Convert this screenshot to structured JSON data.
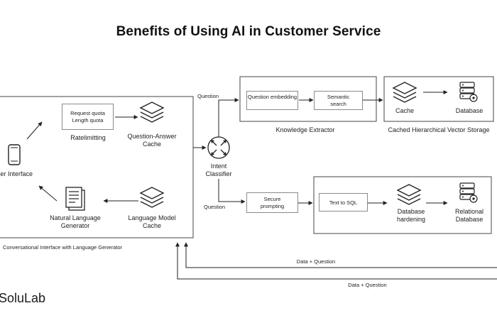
{
  "title": "Benefits of Using AI in Customer Service",
  "left_panel": {
    "caption": "Conversational Interface with Language Generator",
    "user_interface": "ser Interface",
    "quota_line1": "Request quota",
    "quota_line2": "Length quota",
    "ratelimitting": "Ratelimitting",
    "qa_cache": "Question-Answer Cache",
    "nlg": "Natural Language Generator",
    "lm_cache": "Language Model Cache"
  },
  "classifier": "Intent Classifier",
  "question_top": "Question",
  "question_bottom": "Question",
  "knowledge": {
    "caption": "Knowledge Extractor",
    "embedding": "Question embedding",
    "semantic": "Semantic search"
  },
  "cached_storage": {
    "caption": "Cached Hierarchical Vector Storage",
    "cache": "Cache",
    "database": "Database"
  },
  "secure_prompting": "Secure prompting",
  "sql_panel": {
    "text_to_sql": "Text to SQL",
    "hardening": "Database hardening",
    "relational": "Relational Database"
  },
  "data_question_1": "Data + Question",
  "data_question_2": "Data + Question",
  "logo": "SoluLab",
  "icons": [
    "phone-icon",
    "document-icon",
    "layers-icon",
    "database-icon",
    "network-hub-icon"
  ]
}
